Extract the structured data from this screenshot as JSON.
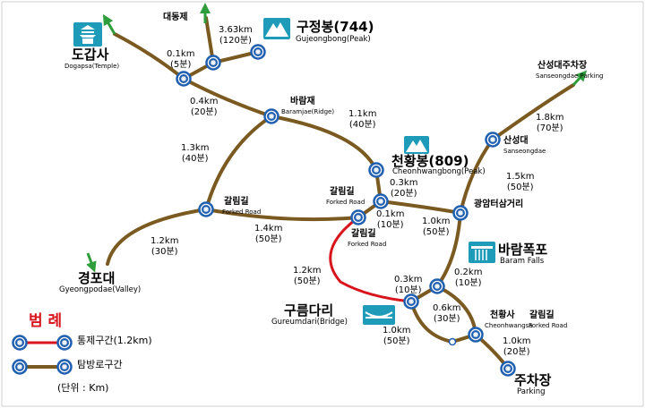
{
  "colors": {
    "trail": "#7a5a20",
    "closed": "#d8141c",
    "node": "#1f5fb0",
    "arrow": "#2e9d3b",
    "icon_bg": "#1e9bb8"
  },
  "places": {
    "dogapsa": {
      "ko": "도갑사",
      "en": "Dogapsa(Temple)",
      "icon": "temple-icon"
    },
    "daedongje": {
      "ko": "대동제"
    },
    "gujeongbong": {
      "ko": "구정봉(744)",
      "en": "Gujeongbong(Peak)",
      "icon": "mountain-icon"
    },
    "baramjae": {
      "ko": "바람재",
      "en": "Baramjae(Ridge)"
    },
    "cheonhwangbong": {
      "ko": "천황봉(809)",
      "en": "Cheonhwangbong(Peak)",
      "icon": "mountain-icon"
    },
    "sanseongdae_parking": {
      "ko": "산성대주차장",
      "en": "Sanseongdae Parking"
    },
    "sanseongdae": {
      "ko": "산성대",
      "en": "Sanseongdae"
    },
    "gwangamteo": {
      "ko": "광암터삼거리"
    },
    "forked_left": {
      "ko": "갈림길",
      "en": "Forked Road"
    },
    "forked_mid1": {
      "ko": "갈림길",
      "en": "Forked Road"
    },
    "forked_mid2": {
      "ko": "갈림길",
      "en": "Forked Road"
    },
    "forked_right": {
      "ko": "갈림길",
      "en": "Forked Road"
    },
    "baram_falls": {
      "ko": "바람폭포",
      "en": "Baram Falls",
      "icon": "waterfall-icon"
    },
    "gyeongpodae": {
      "ko": "경포대",
      "en": "Gyeongpodae(Valley)"
    },
    "gureumdari": {
      "ko": "구름다리",
      "en": "Gureumdari(Bridge)",
      "icon": "bridge-icon"
    },
    "cheonhwangsa": {
      "ko": "천황사",
      "en": "Cheonhwangsa"
    },
    "parking": {
      "ko": "주차장",
      "en": "Parking"
    }
  },
  "distances": {
    "d_daedongje": {
      "km": "3.63km",
      "time": "(120분)"
    },
    "d_dogapsa_top": {
      "km": "0.1km",
      "time": "(5분)"
    },
    "d_dogapsa_baramjae": {
      "km": "0.4km",
      "time": "(20분)"
    },
    "d_baramjae_cheonhwang": {
      "km": "1.1km",
      "time": "(40분)"
    },
    "d_baramjae_forked": {
      "km": "1.3km",
      "time": "(40분)"
    },
    "d_cheonhwang_fork": {
      "km": "0.3km",
      "time": "(20분)"
    },
    "d_fork_fork": {
      "km": "0.1km",
      "time": "(10분)"
    },
    "d_sanseong_parking": {
      "km": "1.8km",
      "time": "(70분)"
    },
    "d_sanseong_gwangam": {
      "km": "1.5km",
      "time": "(50분)"
    },
    "d_fork_gwangam": {
      "km": "1.0km",
      "time": "(50분)"
    },
    "d_gyeongpo": {
      "km": "1.2km",
      "time": "(30분)"
    },
    "d_forked_left_mid": {
      "km": "1.4km",
      "time": "(50분)"
    },
    "d_closed": {
      "km": "1.2km",
      "time": "(50분)"
    },
    "d_bridge_falls": {
      "km": "0.3km",
      "time": "(10분)"
    },
    "d_falls": {
      "km": "0.2km",
      "time": "(10분)"
    },
    "d_bridge_temple": {
      "km": "0.6km",
      "time": "(30분)"
    },
    "d_bridge_bottom": {
      "km": "1.0km",
      "time": "(50분)"
    },
    "d_parking": {
      "km": "1.0km",
      "time": "(20분)"
    }
  },
  "legend": {
    "title": "범   례",
    "closed_label": "통제구간(1.2km)",
    "trail_label": "탐방로구간",
    "unit_label": "(단위 : Km)"
  }
}
